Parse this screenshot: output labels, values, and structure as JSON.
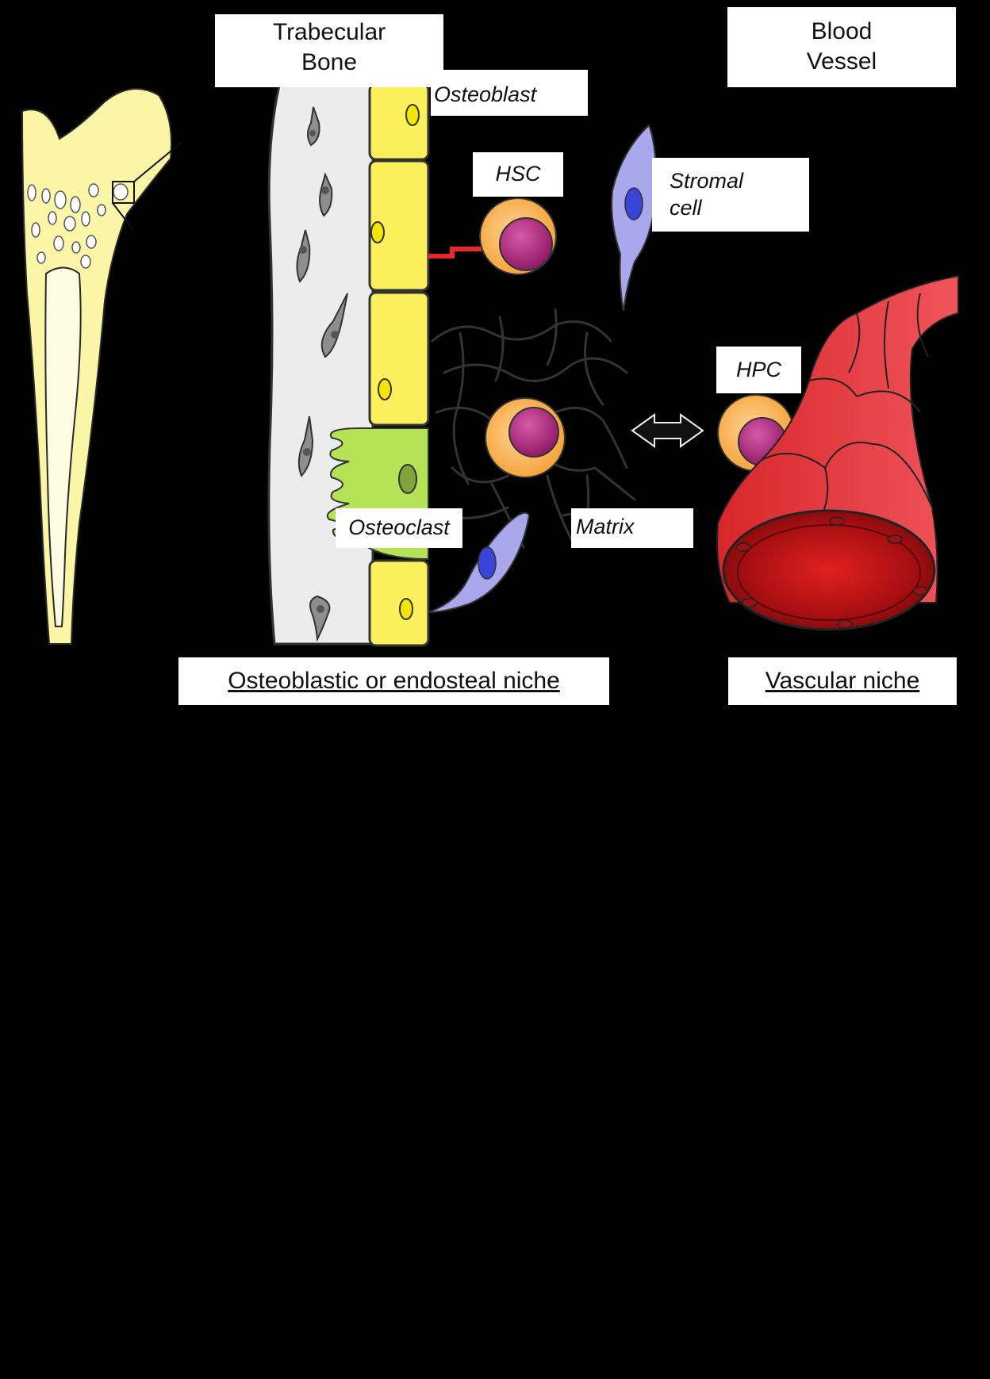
{
  "labels": {
    "trabecular_bone": [
      "Trabecular",
      "Bone"
    ],
    "blood_vessel": [
      "Blood",
      "Vessel"
    ],
    "osteoblast": "Osteoblast",
    "hsc": "HSC",
    "stromal_cell": [
      "Stromal",
      "cell"
    ],
    "hpc": "HPC",
    "osteoclast": "Osteoclast",
    "matrix": "Matrix",
    "osteoblastic_niche": "Osteoblastic or endosteal niche",
    "vascular_niche": "Vascular niche"
  },
  "colors": {
    "background": "#000000",
    "bone_yellow": "#fbf5a7",
    "osteoblast_yellow": "#fbef5c",
    "osteoclast_green": "#b5e356",
    "stem_cell_orange": "#f9b64f",
    "stem_cell_nucleus": "#b5257f",
    "stromal_lavender": "#a9a8ec",
    "stromal_nucleus": "#3845d8",
    "vessel_red": "#e8353a",
    "adhesion_red": "#e8262c"
  }
}
